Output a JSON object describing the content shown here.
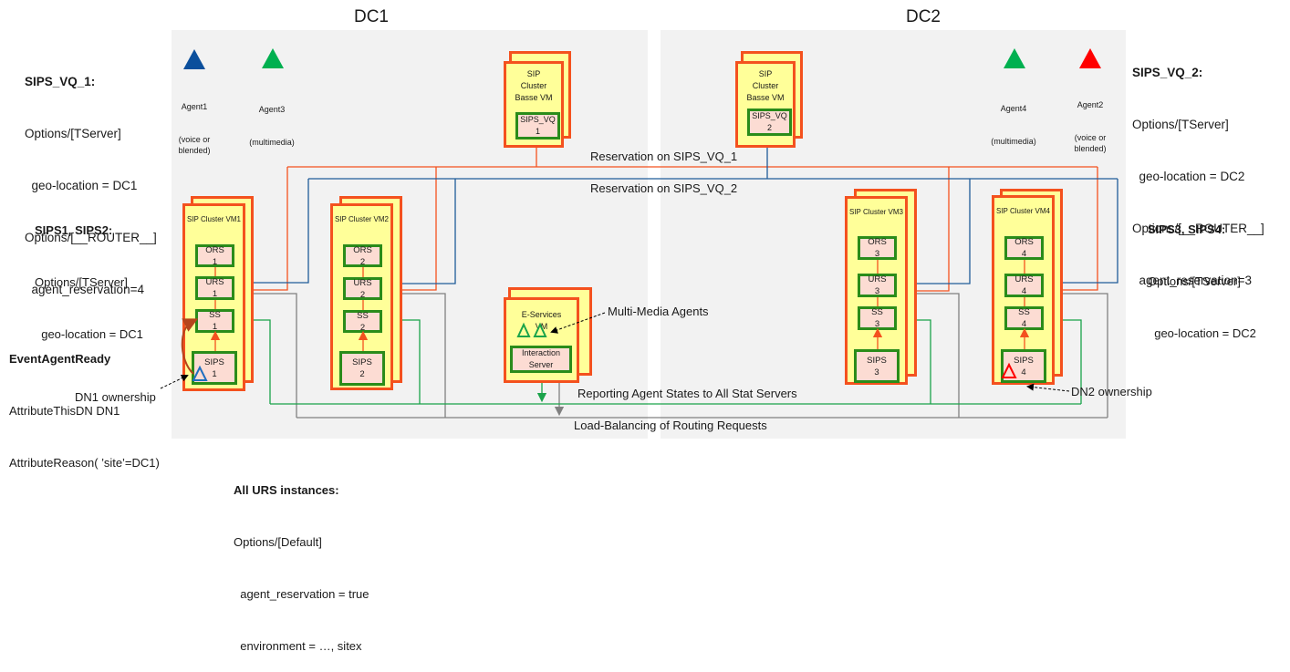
{
  "datacenters": [
    {
      "id": "dc1",
      "title": "DC1"
    },
    {
      "id": "dc2",
      "title": "DC2"
    }
  ],
  "colors": {
    "panel": "#f2f2f2",
    "vm_fill": "#ffff99",
    "vm_border": "#f4511e",
    "component_fill": "#fcdcd3",
    "component_border": "#2a8c1a",
    "reservation_vq1": "#f4511e",
    "reservation_vq2": "#1f5c99",
    "reporting": "#1aa34a",
    "load_balancing": "#808080",
    "agent_voice_dc1": "#0b4f9c",
    "agent_multimedia": "#00b050",
    "agent_voice_dc2": "#ff0000"
  },
  "notes": {
    "sips_vq_1": {
      "title": "SIPS_VQ_1:",
      "lines": [
        "Options/[TServer]",
        "  geo-location = DC1",
        "Options/[__ROUTER__]",
        "  agent_reservation=4"
      ]
    },
    "sips_vq_2": {
      "title": "SIPS_VQ_2:",
      "lines": [
        "Options/[TServer]",
        "  geo-location = DC2",
        "Options/[__ROUTER__]",
        "  agent_reservation=3"
      ]
    },
    "sips12": {
      "title": "SIPS1, SIPS2:",
      "lines": [
        "Options/[TServer]",
        "  geo-location = DC1"
      ]
    },
    "sips34": {
      "title": "SIPS3, SIPS4:",
      "lines": [
        "Options/[TServer]",
        "  geo-location = DC2"
      ]
    },
    "event": {
      "title": "EventAgentReady",
      "lines": [
        "AttributeThisDN DN1",
        "AttributeReason( ’site’=DC1)"
      ]
    },
    "urs_all": {
      "title": "All URS instances:",
      "lines": [
        "Options/[Default]",
        "  agent_reservation = true",
        "  environment = …, sitex"
      ]
    }
  },
  "agents": [
    {
      "name": "Agent1",
      "desc": "(voice or\nblended)",
      "type": "voice",
      "dc": "DC1"
    },
    {
      "name": "Agent3",
      "desc": "(multimedia)",
      "type": "multimedia",
      "dc": "DC1"
    },
    {
      "name": "Agent4",
      "desc": "(multimedia)",
      "type": "multimedia",
      "dc": "DC2"
    },
    {
      "name": "Agent2",
      "desc": "(voice or\nblended)",
      "type": "voice",
      "dc": "DC2"
    }
  ],
  "base_vms": [
    {
      "title": "SIP\nCluster\nBasse VM",
      "component": "SIPS_VQ\n1"
    },
    {
      "title": "SIP\nCluster\nBasse VM",
      "component": "SIPS_VQ\n2"
    }
  ],
  "cluster_vms": [
    {
      "title": "SIP Cluster VM1",
      "components": [
        "ORS\n1",
        "URS\n1",
        "SS\n1",
        "SIPS\n1"
      ]
    },
    {
      "title": "SIP Cluster VM2",
      "components": [
        "ORS\n2",
        "URS\n2",
        "SS\n2",
        "SIPS\n2"
      ]
    },
    {
      "title": "SIP Cluster VM3",
      "components": [
        "ORS\n3",
        "URS\n3",
        "SS\n3",
        "SIPS\n3"
      ]
    },
    {
      "title": "SIP Cluster VM4",
      "components": [
        "ORS\n4",
        "URS\n4",
        "SS\n4",
        "SIPS\n4"
      ]
    }
  ],
  "eservices_vm": {
    "title": "E-Services\nVM",
    "component": "Interaction\nServer"
  },
  "connection_labels": {
    "reservation_vq1": "Reservation on SIPS_VQ_1",
    "reservation_vq2": "Reservation on SIPS_VQ_2",
    "reporting": "Reporting Agent States to All Stat Servers",
    "load_balancing": "Load-Balancing of Routing Requests"
  },
  "callouts": {
    "multimedia_agents": "Multi-Media Agents",
    "dn1_ownership": "DN1 ownership",
    "dn2_ownership": "DN2 ownership"
  }
}
